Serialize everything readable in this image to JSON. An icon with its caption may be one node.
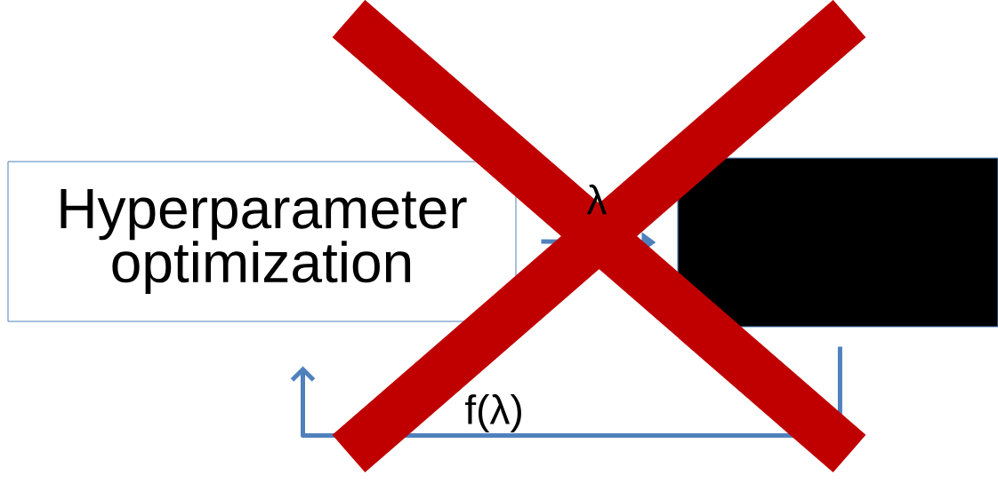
{
  "diagram": {
    "nodes": [
      {
        "text": [
          "Hyperparameter optimization"
        ]
      },
      {
        "text": [],
        "shape": "box"
      }
    ],
    "edges": [
      {
        "from": 0,
        "to": 1,
        "arrow": "to",
        "label": "λ"
      },
      {
        "from": 1,
        "to": 0,
        "arrow": "to",
        "label": "f(λ)"
      }
    ]
  }
}
